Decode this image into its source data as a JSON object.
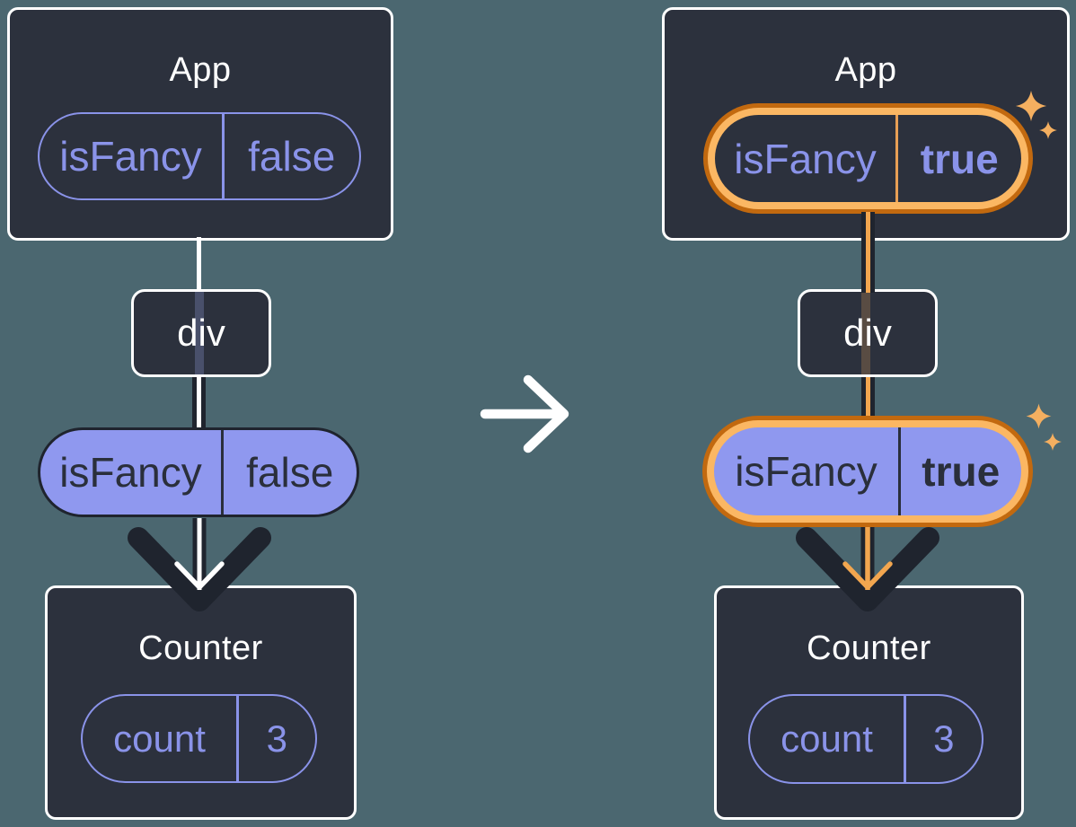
{
  "colors": {
    "background": "#4B6770",
    "box_fill": "#2C313D",
    "box_border": "#FFFFFF",
    "purple_line": "#8A93E9",
    "purple_fill": "#8F98EF",
    "dark_on_purple": "#2A2F3B",
    "arrow_black": "#1F242E",
    "orange_dark": "#C2690F",
    "orange_light": "#FBB763",
    "orange_core": "#F2A64F",
    "orange_divider": "#E89F55",
    "sparkle": "#F4AF60",
    "white": "#FFFFFF"
  },
  "before": {
    "app": {
      "title": "App",
      "prop_name": "isFancy",
      "prop_value": "false"
    },
    "div": {
      "label": "div"
    },
    "passed_prop": {
      "name": "isFancy",
      "value": "false"
    },
    "counter": {
      "title": "Counter",
      "state_name": "count",
      "state_value": "3"
    }
  },
  "after": {
    "app": {
      "title": "App",
      "prop_name": "isFancy",
      "prop_value": "true",
      "highlighted": true
    },
    "div": {
      "label": "div"
    },
    "passed_prop": {
      "name": "isFancy",
      "value": "true",
      "highlighted": true
    },
    "counter": {
      "title": "Counter",
      "state_name": "count",
      "state_value": "3"
    }
  }
}
